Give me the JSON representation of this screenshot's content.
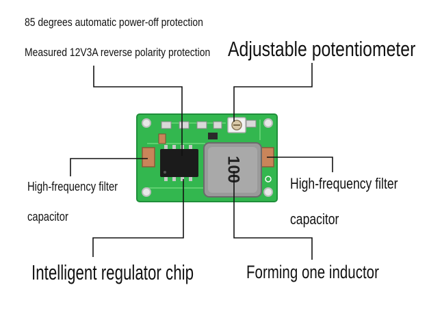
{
  "labels": {
    "protection_temp": "85 degrees automatic power-off protection",
    "protection_polarity": "Measured 12V3A reverse polarity protection",
    "potentiometer": "Adjustable potentiometer",
    "capacitor_left_line1": "High-frequency filter",
    "capacitor_left_line2": "capacitor",
    "capacitor_right_line1": "High-frequency filter",
    "capacitor_right_line2": "capacitor",
    "regulator_chip": "Intelligent regulator chip",
    "inductor": "Forming one inductor"
  },
  "component_markings": {
    "inductor_code": "100"
  },
  "colors": {
    "pcb_green": "#33b74f",
    "pcb_dark_green": "#1f8e3a",
    "inductor_gray": "#9a9a9a",
    "capacitor_tan": "#c9855a",
    "chip_black": "#1b1b1b",
    "leader_line": "#111111"
  }
}
